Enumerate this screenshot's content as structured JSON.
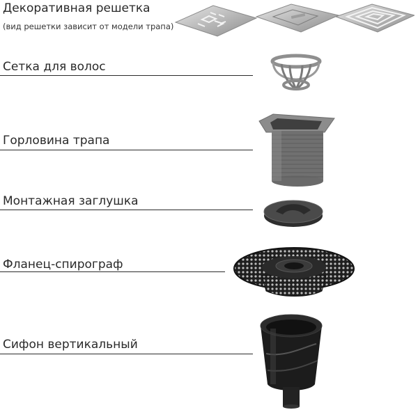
{
  "parts": [
    {
      "label": "Декоративная  решетка",
      "note": "(вид решетки зависит от модели трапа)",
      "icon": "decorative-grate-icon"
    },
    {
      "label": "Сетка для волос",
      "icon": "hair-strainer-icon"
    },
    {
      "label": "Горловина трапа",
      "icon": "drain-neck-icon"
    },
    {
      "label": "Монтажная заглушка",
      "icon": "mounting-plug-icon"
    },
    {
      "label": "Фланец-спирограф",
      "icon": "spirograph-flange-icon"
    },
    {
      "label": "Сифон вертикальный",
      "icon": "vertical-siphon-icon"
    }
  ]
}
